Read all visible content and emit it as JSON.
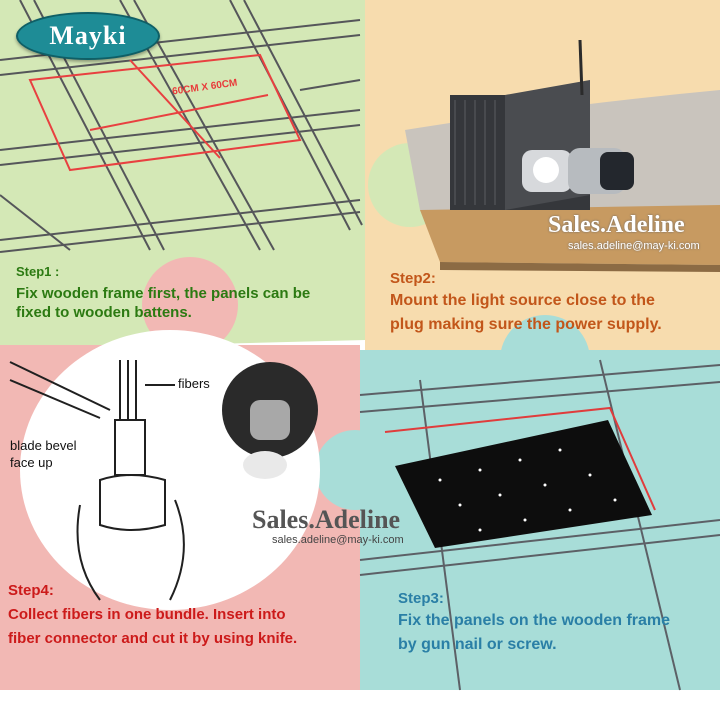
{
  "brand": {
    "logo_text": "Mayki"
  },
  "step1": {
    "heading": "Step1 :",
    "line1": "Fix wooden frame first, the panels can be",
    "line2": "fixed to wooden battens.",
    "dimension_label": "60CM X 60CM",
    "color": "#2c7a12"
  },
  "step2": {
    "heading": "Step2:",
    "line1": "Mount the light source close to the",
    "line2": "plug making sure the power supply.",
    "color": "#c2561a"
  },
  "step3": {
    "heading": "Step3:",
    "line1": "Fix the panels on the wooden frame",
    "line2": "by gun nail or screw.",
    "color": "#2a7fa6"
  },
  "step4": {
    "heading": "Step4:",
    "line1": "Collect fibers in one bundle. Insert into",
    "line2": "fiber connector and cut it by using knife.",
    "fibers_label": "fibers",
    "blade_line1": "blade bevel",
    "blade_line2": "face up",
    "color": "#cc1a1a"
  },
  "watermark": {
    "name": "Sales.Adeline",
    "email": "sales.adeline@may-ki.com"
  },
  "colors": {
    "green_panel": "#d4e8b6",
    "orange_panel": "#f7dcae",
    "pink_panel": "#f2b8b4",
    "teal_panel": "#a8ddd8",
    "logo": "#1e8c96"
  }
}
